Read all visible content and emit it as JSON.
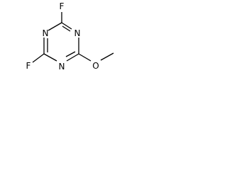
{
  "molecule": {
    "atoms": {
      "f_top": "F",
      "n_top_left": "N",
      "n_top_right": "N",
      "f_bottom": "F",
      "n_bottom": "N",
      "o_methoxy": "O"
    }
  }
}
